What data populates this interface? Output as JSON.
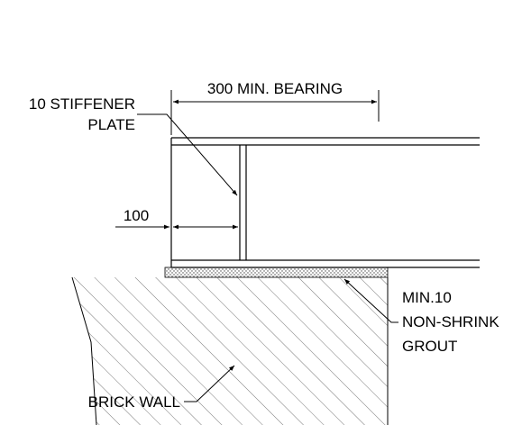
{
  "labels": {
    "bearing": "300 MIN. BEARING",
    "stiffener_line1": "10 STIFFENER",
    "stiffener_line2": "PLATE",
    "dimension": "100",
    "grout_line1": "MIN.10",
    "grout_line2": "NON-SHRINK",
    "grout_line3": "GROUT",
    "wall": "BRICK WALL"
  }
}
